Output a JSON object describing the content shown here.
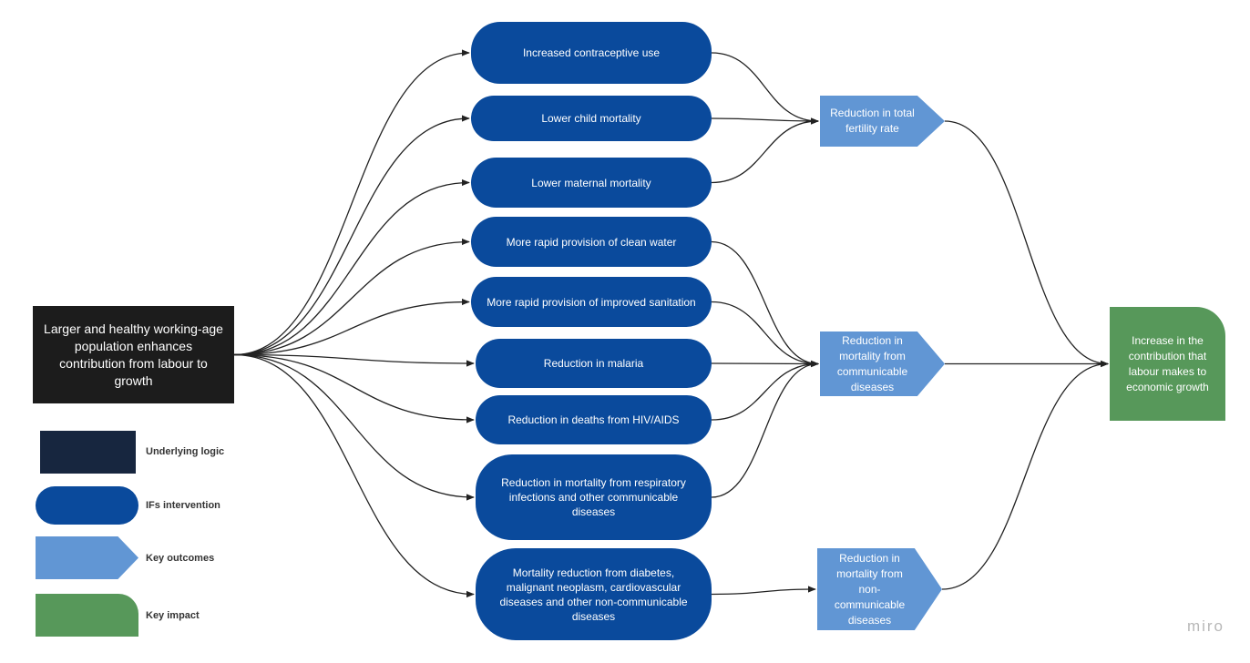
{
  "diagram": {
    "logic": {
      "id": "logic",
      "text": "Larger and healthy working-age population enhances contribution from labour to growth"
    },
    "interventions": [
      {
        "id": "i1",
        "text": "Increased contraceptive use"
      },
      {
        "id": "i2",
        "text": "Lower child mortality"
      },
      {
        "id": "i3",
        "text": "Lower maternal mortality"
      },
      {
        "id": "i4",
        "text": "More rapid provision of clean water"
      },
      {
        "id": "i5",
        "text": "More rapid provision of improved sanitation"
      },
      {
        "id": "i6",
        "text": "Reduction in malaria"
      },
      {
        "id": "i7",
        "text": "Reduction in deaths from HIV/AIDS"
      },
      {
        "id": "i8",
        "text": "Reduction in mortality from respiratory infections and other communicable diseases"
      },
      {
        "id": "i9",
        "text": "Mortality reduction from diabetes, malignant neoplasm, cardiovascular diseases and other non-communicable diseases"
      }
    ],
    "outcomes": [
      {
        "id": "o1",
        "text": "Reduction in total fertility rate"
      },
      {
        "id": "o2",
        "text": "Reduction in mortality from communicable diseases"
      },
      {
        "id": "o3",
        "text": "Reduction in mortality from non-communicable diseases"
      }
    ],
    "impact": {
      "id": "impact",
      "text": "Increase in the contribution that labour makes to economic growth"
    },
    "edges": [
      [
        "logic",
        "i1"
      ],
      [
        "logic",
        "i2"
      ],
      [
        "logic",
        "i3"
      ],
      [
        "logic",
        "i4"
      ],
      [
        "logic",
        "i5"
      ],
      [
        "logic",
        "i6"
      ],
      [
        "logic",
        "i7"
      ],
      [
        "logic",
        "i8"
      ],
      [
        "logic",
        "i9"
      ],
      [
        "i1",
        "o1"
      ],
      [
        "i2",
        "o1"
      ],
      [
        "i3",
        "o1"
      ],
      [
        "i4",
        "o2"
      ],
      [
        "i5",
        "o2"
      ],
      [
        "i6",
        "o2"
      ],
      [
        "i7",
        "o2"
      ],
      [
        "i8",
        "o2"
      ],
      [
        "i9",
        "o3"
      ],
      [
        "o1",
        "impact"
      ],
      [
        "o2",
        "impact"
      ],
      [
        "o3",
        "impact"
      ]
    ]
  },
  "legend": [
    {
      "label": "Underlying logic",
      "kind": "logic"
    },
    {
      "label": "IFs intervention",
      "kind": "intervention"
    },
    {
      "label": "Key outcomes",
      "kind": "outcome"
    },
    {
      "label": "Key impact",
      "kind": "impact"
    }
  ],
  "colors": {
    "logic": "#1c1c1c",
    "legend_logic": "#17263f",
    "intervention": "#0a4a9c",
    "outcome": "#6196d4",
    "impact": "#57985a",
    "edge": "#222222"
  },
  "watermark": "miro"
}
